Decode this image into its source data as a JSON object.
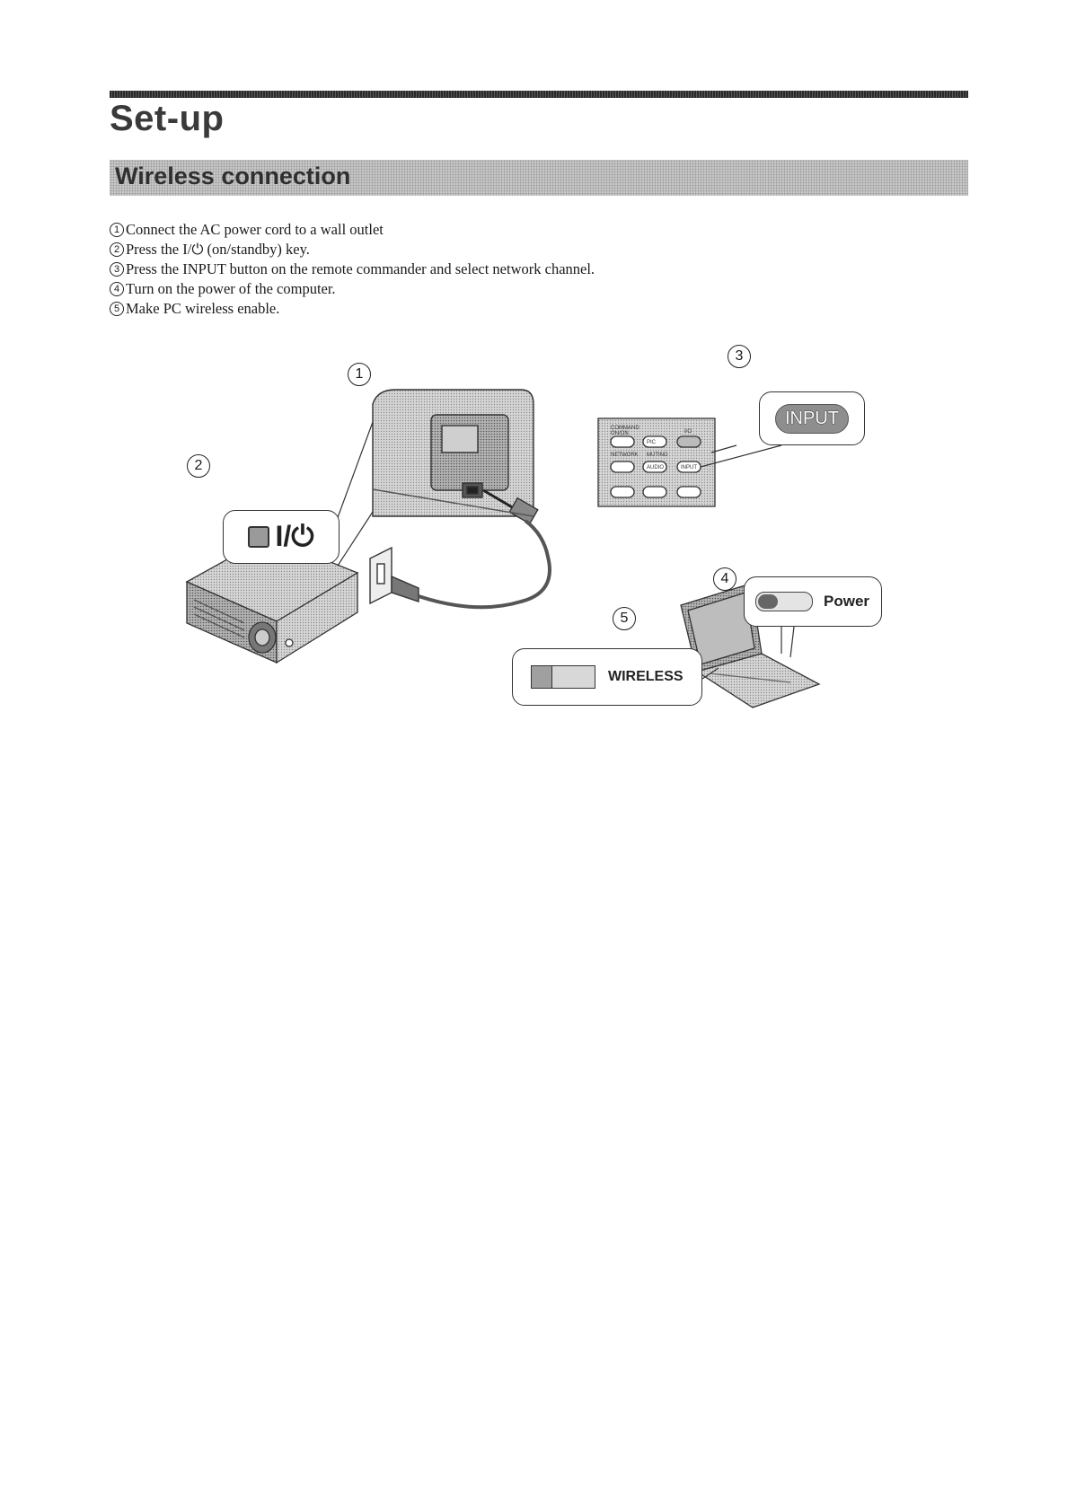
{
  "page": {
    "title": "Set-up",
    "section_title": "Wireless connection"
  },
  "steps": [
    {
      "number": "1",
      "text": "Connect the AC power cord to a wall outlet"
    },
    {
      "number": "2",
      "text": "Press the I/⏻ (on/standby) key."
    },
    {
      "number": "3",
      "text": "Press the INPUT button on the remote commander and select network channel."
    },
    {
      "number": "4",
      "text": "Turn on the power of the computer."
    },
    {
      "number": "5",
      "text": "Make PC wireless enable."
    }
  ],
  "diagram": {
    "badges": [
      "1",
      "2",
      "3",
      "4",
      "5"
    ],
    "onstandby_key_label": "I/⏻",
    "input_button_label": "INPUT",
    "power_label": "Power",
    "wireless_label": "WIRELESS",
    "remote_labels": [
      "COMMAND",
      "ON/ON",
      "I/O",
      "PIC",
      "AUDIO",
      "INPUT",
      "NETWORK",
      "MUTING"
    ],
    "icons": {
      "projector": "projector-icon",
      "wall_outlet": "wall-outlet-icon",
      "remote": "remote-commander-icon",
      "laptop": "laptop-icon"
    }
  }
}
